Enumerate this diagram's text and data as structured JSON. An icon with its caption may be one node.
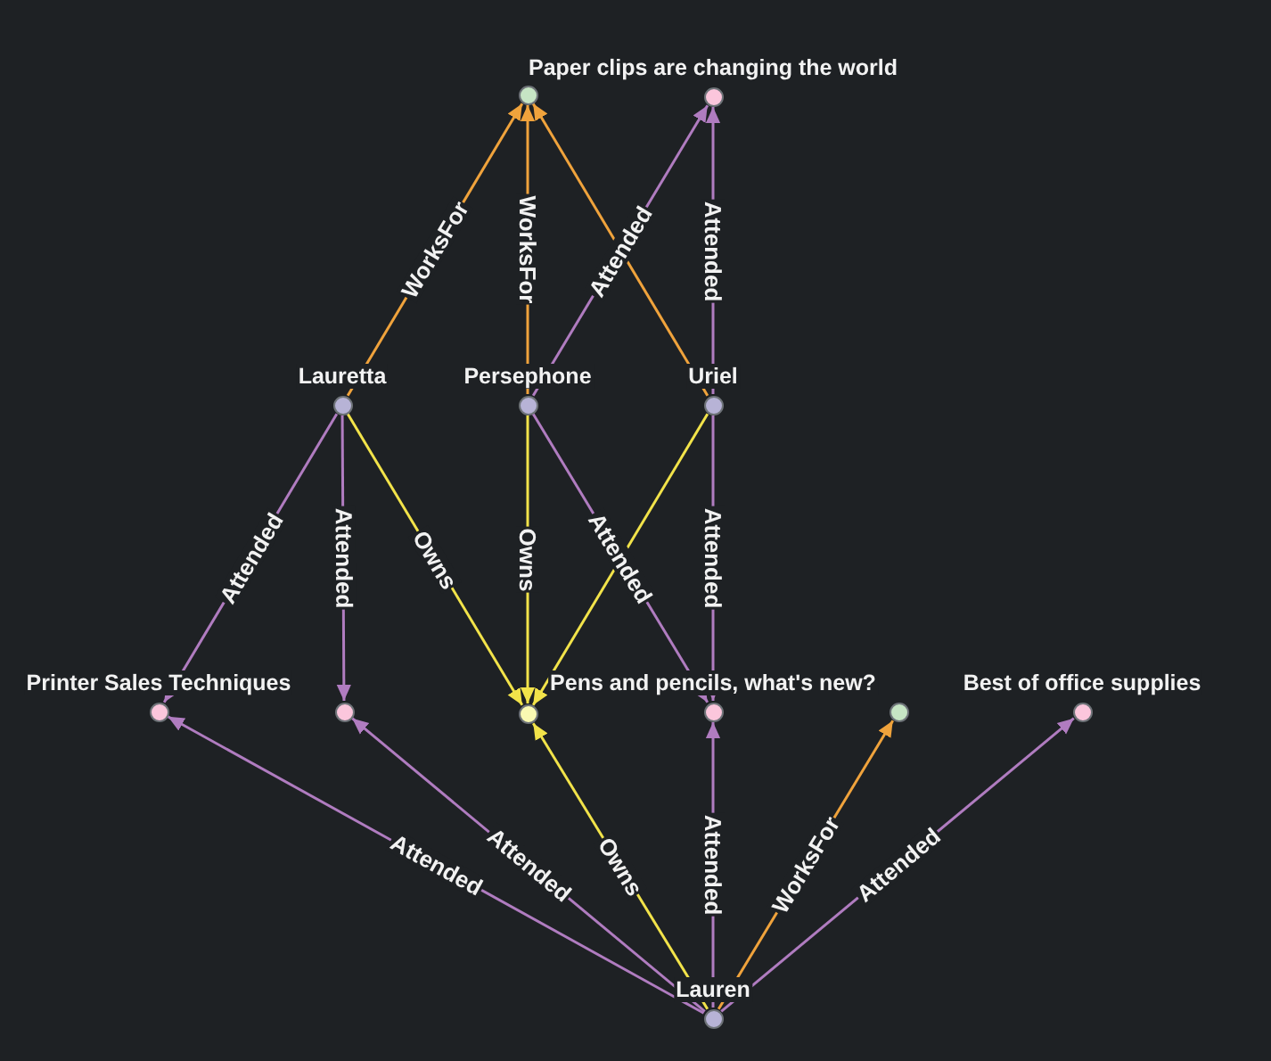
{
  "diagram": {
    "nodes": [
      {
        "text": [],
        "shape": "circle"
      },
      {
        "text": [
          "Paper clips are changing the world"
        ]
      },
      {
        "text": [
          "Lauretta"
        ]
      },
      {
        "text": [
          "Persephone"
        ]
      },
      {
        "text": [
          "Uriel"
        ]
      },
      {
        "text": [
          "Printer Sales Techniques"
        ]
      },
      {
        "text": [],
        "shape": "circle"
      },
      {
        "text": [],
        "shape": "circle"
      },
      {
        "text": [
          "Pens and pencils, what's new?"
        ]
      },
      {
        "text": [],
        "shape": "circle"
      },
      {
        "text": [
          "Best of office supplies"
        ]
      },
      {
        "text": [
          "Lauren"
        ]
      }
    ],
    "edges": [
      {
        "from": 2,
        "to": 0,
        "label": "WorksFor",
        "arrow": "to",
        "color": "#f0a33c"
      },
      {
        "from": 3,
        "to": 0,
        "label": "WorksFor",
        "arrow": "to",
        "color": "#f0a33c"
      },
      {
        "from": 4,
        "to": 0,
        "arrow": "to",
        "color": "#f0a33c"
      },
      {
        "from": 3,
        "to": 1,
        "label": "Attended",
        "arrow": "to"
      },
      {
        "from": 4,
        "to": 1,
        "label": "Attended",
        "arrow": "to"
      },
      {
        "from": 2,
        "to": 5,
        "label": "Attended",
        "arrow": "to"
      },
      {
        "from": 2,
        "to": 6,
        "label": "Attended",
        "arrow": "to"
      },
      {
        "from": 2,
        "to": 7,
        "label": "Owns",
        "arrow": "to",
        "color": "#f2e34a"
      },
      {
        "from": 3,
        "to": 7,
        "label": "Owns",
        "arrow": "to",
        "color": "#f2e34a"
      },
      {
        "from": 3,
        "to": 8,
        "label": "Attended",
        "arrow": "to"
      },
      {
        "from": 4,
        "to": 7,
        "arrow": "to",
        "color": "#f2e34a"
      },
      {
        "from": 4,
        "to": 8,
        "label": "Attended",
        "arrow": "to"
      },
      {
        "from": 11,
        "to": 5,
        "label": "Attended",
        "arrow": "to"
      },
      {
        "from": 11,
        "to": 6,
        "label": "Attended",
        "arrow": "to"
      },
      {
        "from": 11,
        "to": 7,
        "label": "Owns",
        "arrow": "to",
        "color": "#f2e34a"
      },
      {
        "from": 11,
        "to": 8,
        "label": "Attended",
        "arrow": "to"
      },
      {
        "from": 11,
        "to": 9,
        "label": "WorksFor",
        "arrow": "to",
        "color": "#f0a33c"
      },
      {
        "from": 11,
        "to": 10,
        "label": "Attended",
        "arrow": "to"
      }
    ]
  }
}
